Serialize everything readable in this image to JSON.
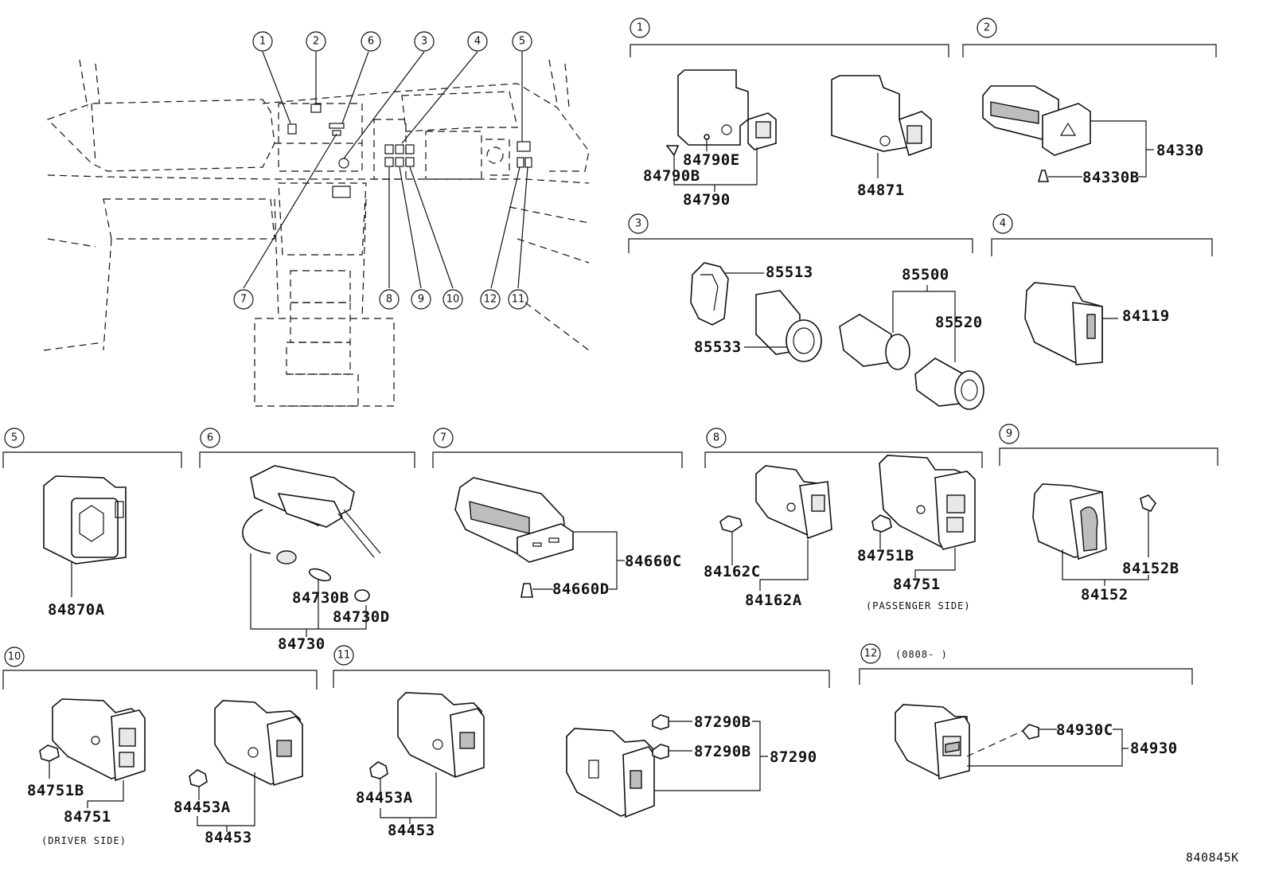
{
  "diagram_id": "840845K",
  "overview_callouts": [
    "1",
    "2",
    "6",
    "3",
    "4",
    "5",
    "7",
    "8",
    "9",
    "10",
    "12",
    "11"
  ],
  "groups": [
    {
      "num": "1",
      "parts": [
        "84790E",
        "84790B",
        "84790",
        "84871"
      ]
    },
    {
      "num": "2",
      "parts": [
        "84330",
        "84330B"
      ]
    },
    {
      "num": "3",
      "parts": [
        "85513",
        "85533",
        "85500",
        "85520"
      ]
    },
    {
      "num": "4",
      "parts": [
        "84119"
      ]
    },
    {
      "num": "5",
      "parts": [
        "84870A"
      ]
    },
    {
      "num": "6",
      "parts": [
        "84730B",
        "84730D",
        "84730"
      ]
    },
    {
      "num": "7",
      "parts": [
        "84660C",
        "84660D"
      ]
    },
    {
      "num": "8",
      "parts": [
        "84162C",
        "84162A",
        "84751B",
        "84751"
      ],
      "note": "(PASSENGER SIDE)"
    },
    {
      "num": "9",
      "parts": [
        "84152B",
        "84152"
      ]
    },
    {
      "num": "10",
      "parts": [
        "84751B",
        "84751",
        "84453A",
        "84453"
      ],
      "note": "(DRIVER SIDE)"
    },
    {
      "num": "11",
      "parts": [
        "84453A",
        "84453",
        "87290B",
        "87290B",
        "87290"
      ]
    },
    {
      "num": "12",
      "parts": [
        "84930C",
        "84930"
      ],
      "note": "(0808-      )"
    }
  ]
}
